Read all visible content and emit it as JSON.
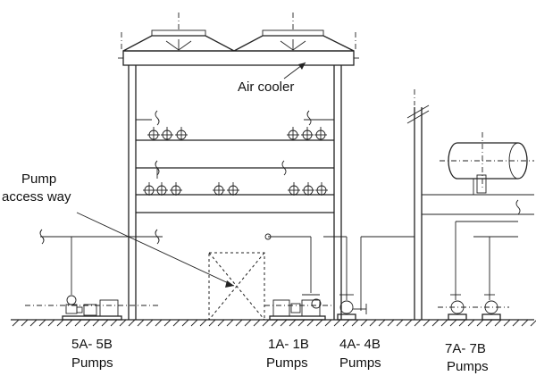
{
  "labels": {
    "air_cooler": "Air cooler",
    "pump_access_way_1": "Pump",
    "pump_access_way_2": "access way",
    "pumps_5a_5b_1": "5A- 5B",
    "pumps_5a_5b_2": "Pumps",
    "pumps_1a_1b_1": "1A- 1B",
    "pumps_1a_1b_2": "Pumps",
    "pumps_4a_4b_1": "4A- 4B",
    "pumps_4a_4b_2": "Pumps",
    "pumps_7a_7b_1": "7A- 7B",
    "pumps_7a_7b_2": "Pumps"
  }
}
